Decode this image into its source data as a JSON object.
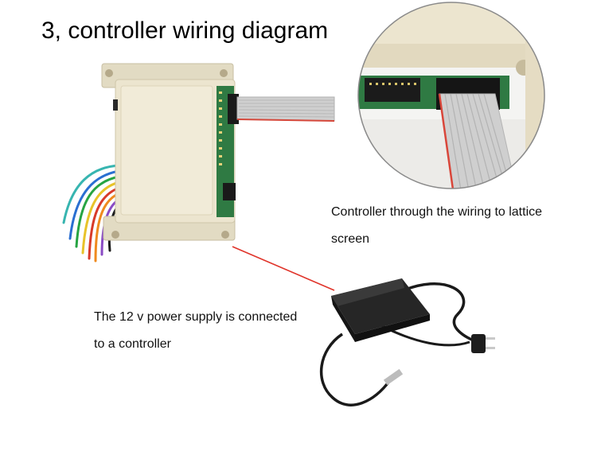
{
  "title": "3, controller wiring diagram",
  "captions": {
    "lattice_line1": "Controller through the wiring to lattice",
    "lattice_line2": "screen",
    "power_line1": "The 12 v power supply is connected",
    "power_line2": " to a controller"
  },
  "colors": {
    "connector_line": "#e0342a",
    "enclosure": "#ece5cf",
    "pcb": "#2f7a43",
    "ribbon": "#c9c9c9",
    "adapter": "#1c1c1c"
  }
}
